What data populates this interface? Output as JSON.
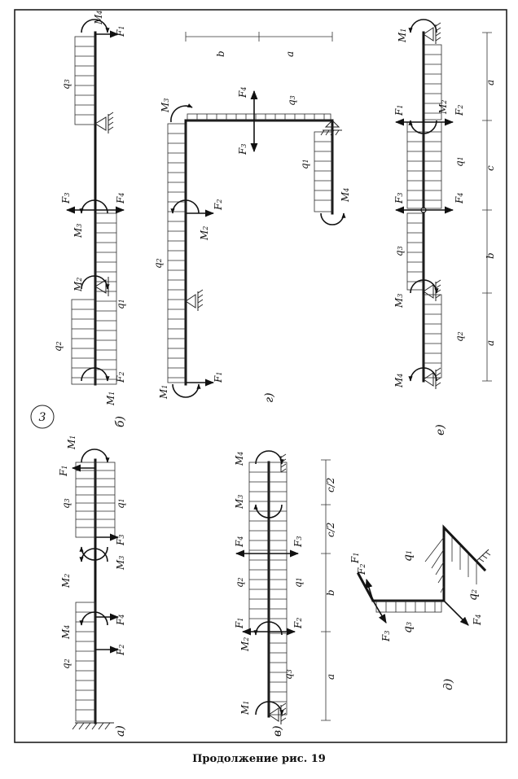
{
  "figure_number": "3",
  "caption": "Продолжение рис. 19",
  "panels": [
    {
      "id": "a",
      "label": "а)"
    },
    {
      "id": "b",
      "label": "б)"
    },
    {
      "id": "v",
      "label": "в)"
    },
    {
      "id": "g",
      "label": "г)"
    },
    {
      "id": "d",
      "label": "д)"
    },
    {
      "id": "e",
      "label": "е)"
    }
  ],
  "symbols": {
    "F1": "F",
    "F2": "F",
    "F3": "F",
    "F4": "F",
    "M1": "M",
    "M2": "M",
    "M3": "M",
    "M4": "M",
    "q1": "q",
    "q2": "q",
    "q3": "q",
    "sub1": "1",
    "sub2": "2",
    "sub3": "3",
    "sub4": "4"
  },
  "dimensions": {
    "a": "a",
    "b": "b",
    "c": "c",
    "c_half": "c/2"
  }
}
